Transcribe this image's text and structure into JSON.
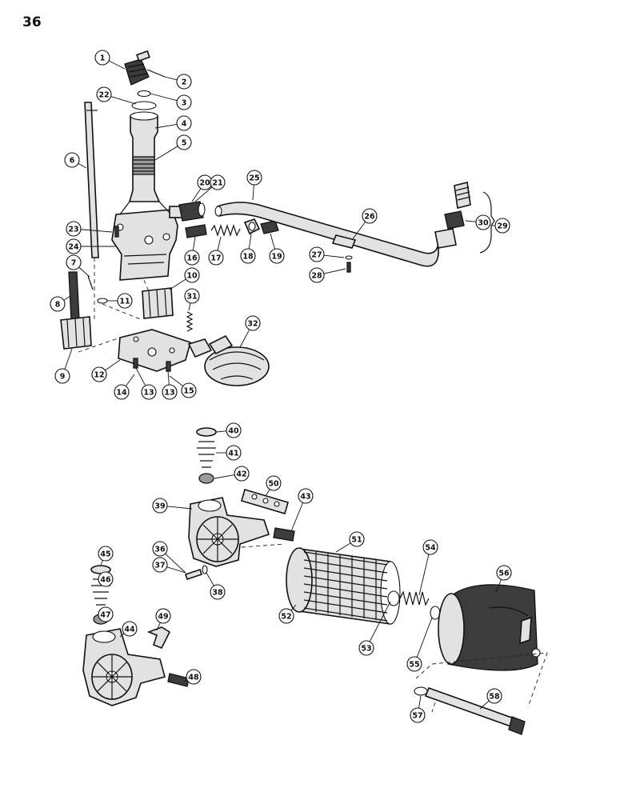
{
  "page_number": "36",
  "callouts": [
    "1",
    "2",
    "3",
    "4",
    "5",
    "6",
    "7",
    "8",
    "9",
    "10",
    "11",
    "12",
    "13",
    "13",
    "14",
    "15",
    "16",
    "17",
    "18",
    "19",
    "20",
    "21",
    "22",
    "23",
    "24",
    "25",
    "26",
    "27",
    "28",
    "29",
    "30",
    "31",
    "32",
    "36",
    "37",
    "38",
    "39",
    "40",
    "41",
    "42",
    "43",
    "44",
    "45",
    "46",
    "47",
    "48",
    "49",
    "50",
    "51",
    "52",
    "53",
    "54",
    "55",
    "56",
    "57",
    "58"
  ]
}
